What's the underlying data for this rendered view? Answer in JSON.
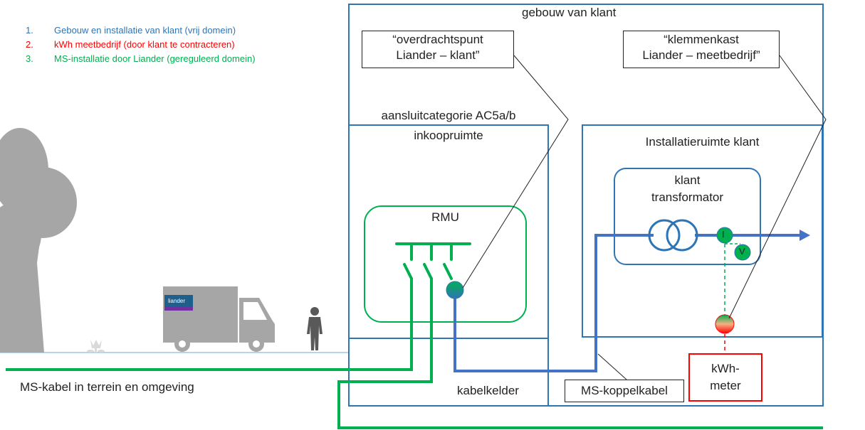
{
  "legend": [
    {
      "num": "1.",
      "text": "Gebouw en installatie van klant (vrij domein)",
      "color": "#2e75b6"
    },
    {
      "num": "2.",
      "text": "kWh meetbedrijf (door klant te contracteren)",
      "color": "#ff0000"
    },
    {
      "num": "3.",
      "text": "MS-installatie door Liander (gereguleerd domein)",
      "color": "#00b050"
    }
  ],
  "labels": {
    "building": "gebouw van klant",
    "category_line1": "aansluitcategorie AC5a/b",
    "category_line2": "inkoopruimte",
    "install_room": "Installatieruimte klant",
    "transformer_line1": "klant",
    "transformer_line2": "transformator",
    "rmu": "RMU",
    "cable_cellar": "kabelkelder",
    "ms_cable": "MS-kabel in terrein en omgeving",
    "current_symbol": "I",
    "voltage_symbol": "V"
  },
  "callouts": {
    "transfer_line1": "“overdrachtspunt",
    "transfer_line2": "Liander – klant”",
    "terminal_line1": "“klemmenkast",
    "terminal_line2": "Liander – meetbedrijf”",
    "coupling_cable": "MS-koppelkabel",
    "kwh_line1": "kWh-",
    "kwh_line2": "meter"
  },
  "truck_logo": "liander",
  "colors": {
    "blue_box": "#2e75b6",
    "green": "#00b050",
    "red": "#ff0000",
    "cable_blue": "#4472c4",
    "gray": "#a6a6a6"
  }
}
